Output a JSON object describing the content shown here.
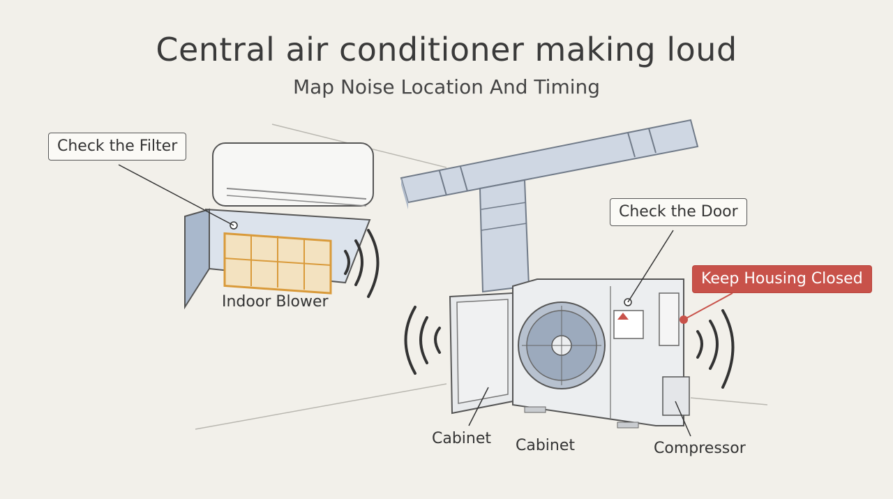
{
  "title": "Central air conditioner making loud",
  "subtitle": "Map Noise Location And Timing",
  "callouts": {
    "filter": "Check the Filter",
    "door": "Check the Door",
    "housing": "Keep Housing Closed"
  },
  "labels": {
    "indoor_blower": "Indoor Blower",
    "cabinet_door": "Cabinet",
    "cabinet_unit": "Cabinet",
    "compressor": "Compressor"
  },
  "colors": {
    "background": "#f2f0ea",
    "accent_red": "#c8524a",
    "filter_orange": "#d99a3a",
    "duct_blue": "#c8d2e0"
  }
}
